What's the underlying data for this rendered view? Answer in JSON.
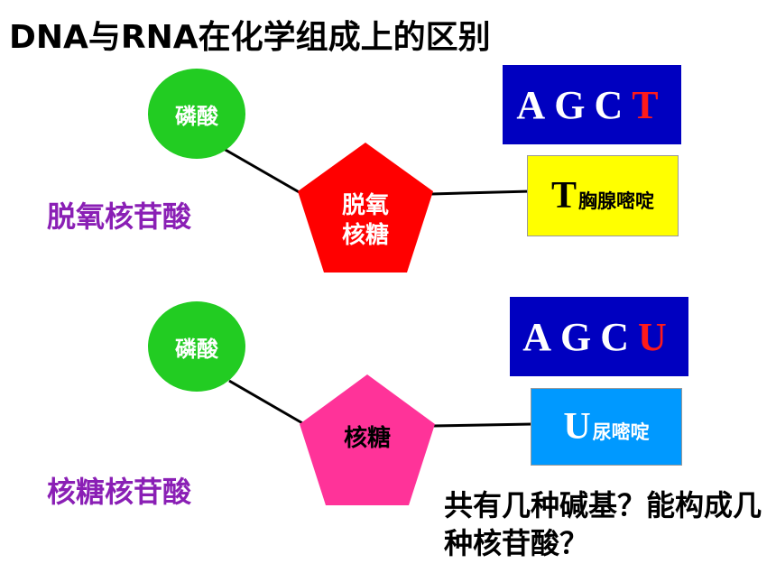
{
  "title": "DNA与RNA在化学组成上的区别",
  "dna": {
    "phosphate": "磷酸",
    "sugar": "脱氧\n核糖",
    "nucleotide": "脱氧核苷酸",
    "bases": [
      "A",
      "G",
      "C",
      "T"
    ],
    "special_base_letter": "T",
    "special_base_name": "胸腺嘧啶"
  },
  "rna": {
    "phosphate": "磷酸",
    "sugar": "核糖",
    "nucleotide": "核糖核苷酸",
    "bases": [
      "A",
      "G",
      "C",
      "U"
    ],
    "special_base_letter": "U",
    "special_base_name": "尿嘧啶"
  },
  "question": "共有几种碱基？能构成几种核苷酸？",
  "colors": {
    "phosphate": "#22cc22",
    "dna_sugar": "#ff0000",
    "rna_sugar": "#ff3399",
    "bases_bg": "#0000c0",
    "thymine_box": "#ffff00",
    "uracil_box": "#0099ff",
    "nucleotide_text": "#8a1fb5",
    "special_base_letter": "#ff1a1a"
  }
}
